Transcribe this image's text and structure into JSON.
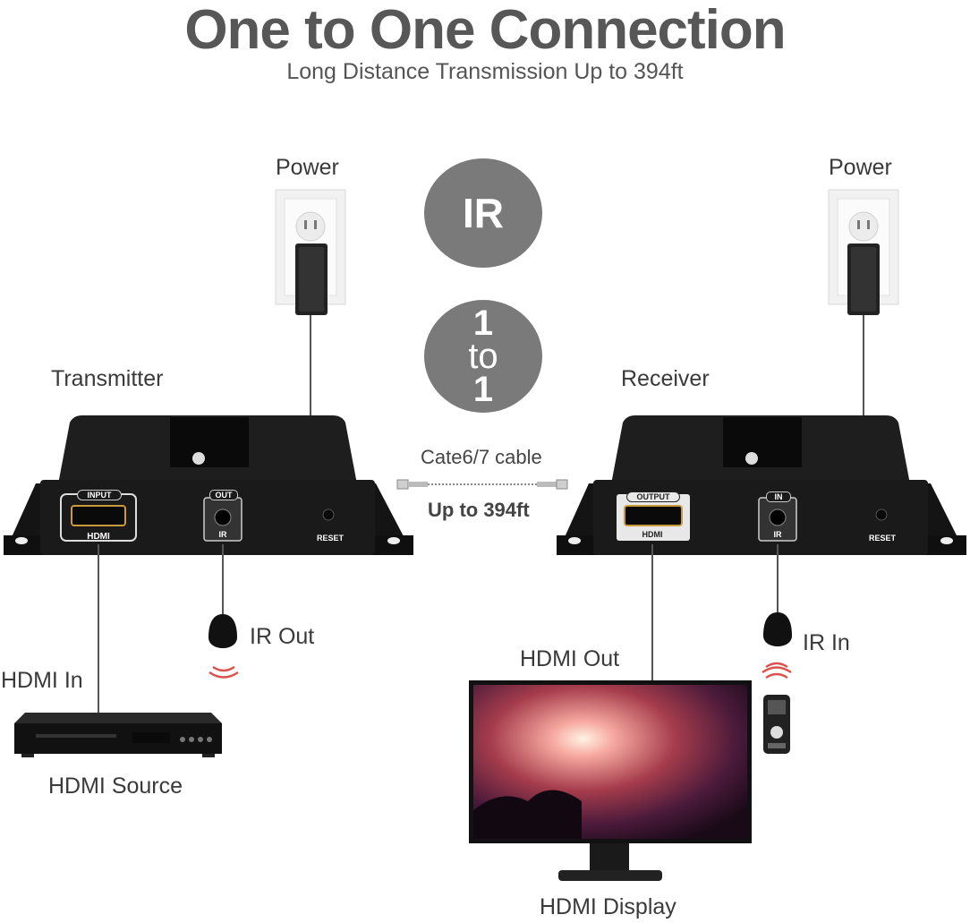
{
  "header": {
    "title": "One to One Connection",
    "subtitle": "Long Distance Transmission Up to 394ft"
  },
  "badges": {
    "ir": "IR",
    "ratio_top": "1",
    "ratio_mid": "to",
    "ratio_bottom": "1"
  },
  "transmitter": {
    "label": "Transmitter",
    "power_label": "Power",
    "port_input": "INPUT",
    "port_hdmi": "HDMI",
    "port_out": "OUT",
    "port_ir": "IR",
    "reset": "RESET",
    "ir_label": "IR Out",
    "hdmi_in_label": "HDMI In",
    "source_label": "HDMI Source"
  },
  "cable": {
    "label": "Cate6/7 cable",
    "distance": "Up to 394ft"
  },
  "receiver": {
    "label": "Receiver",
    "power_label": "Power",
    "port_output": "OUTPUT",
    "port_hdmi": "HDMI",
    "port_in": "IN",
    "port_ir": "IR",
    "reset": "RESET",
    "ir_label": "IR In",
    "hdmi_out_label": "HDMI Out",
    "display_label": "HDMI Display"
  },
  "colors": {
    "circle": "#7a7a7a",
    "device": "#1c1c1c",
    "signal": "#d9534f"
  }
}
